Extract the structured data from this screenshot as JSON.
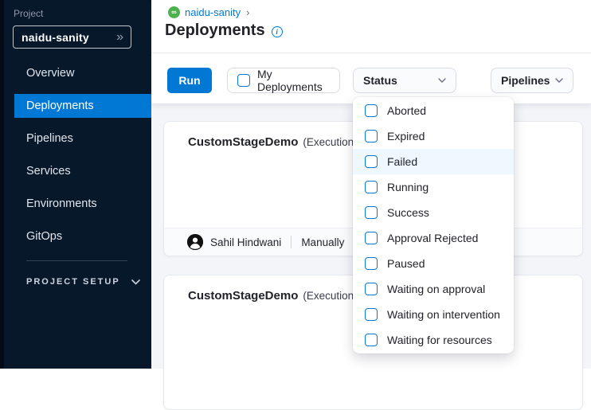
{
  "colors": {
    "accent": "#0278D5",
    "sidebar_bg": "#07182B",
    "menu_highlight": "#EFF8FE",
    "run_button": "#0278D5",
    "module_icon_green": "#4DB24D"
  },
  "sidebar": {
    "project_label": "Project",
    "project_value": "naidu-sanity",
    "expand_icon": "»",
    "nav": [
      {
        "label": "Overview"
      },
      {
        "label": "Deployments",
        "active": true
      },
      {
        "label": "Pipelines"
      },
      {
        "label": "Services"
      },
      {
        "label": "Environments"
      },
      {
        "label": "GitOps"
      }
    ],
    "project_setup_label": "PROJECT SETUP"
  },
  "breadcrumb": {
    "project": "naidu-sanity",
    "separator": "›",
    "module_icon": "cd-module-icon",
    "module_glyph": "∞"
  },
  "page": {
    "title": "Deployments"
  },
  "toolbar": {
    "run_label": "Run",
    "my_deployments_label": "My Deployments",
    "status_label": "Status",
    "pipelines_label": "Pipelines"
  },
  "status_menu": {
    "items": [
      {
        "label": "Aborted",
        "checked": false
      },
      {
        "label": "Expired",
        "checked": false
      },
      {
        "label": "Failed",
        "checked": false,
        "highlighted": true
      },
      {
        "label": "Running",
        "checked": false
      },
      {
        "label": "Success",
        "checked": false
      },
      {
        "label": "Approval Rejected",
        "checked": false
      },
      {
        "label": "Paused",
        "checked": false
      },
      {
        "label": "Waiting on approval",
        "checked": false
      },
      {
        "label": "Waiting on intervention",
        "checked": false
      },
      {
        "label": "Waiting for resources",
        "checked": false
      }
    ]
  },
  "cards": [
    {
      "title": "CustomStageDemo",
      "title_suffix": "(Execution Id",
      "author": "Sahil Hindwani",
      "trigger": "Manually"
    },
    {
      "title": "CustomStageDemo",
      "title_suffix": "(Execution Id"
    }
  ]
}
